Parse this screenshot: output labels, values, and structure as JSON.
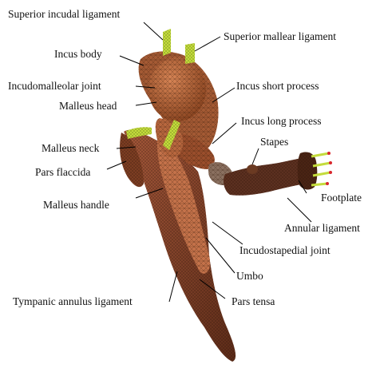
{
  "colors": {
    "tissue": "#b8693e",
    "tissue_dark": "#6e3418",
    "mesh": "#3a1c0c",
    "ligament": "#c4dc3c",
    "footplate_tip": "#d8262c",
    "leader": "#000000"
  },
  "labels": {
    "superior_incudal_ligament": "Superior incudal ligament",
    "superior_mallear_ligament": "Superior mallear ligament",
    "incus_body": "Incus body",
    "incudomalleolar_joint": "Incudomalleolar joint",
    "malleus_head": "Malleus head",
    "incus_short_process": "Incus short process",
    "incus_long_process": "Incus long process",
    "stapes": "Stapes",
    "malleus_neck": "Malleus neck",
    "pars_flaccida": "Pars flaccida",
    "footplate": "Footplate",
    "malleus_handle": "Malleus handle",
    "annular_ligament": "Annular ligament",
    "incudostapedial_joint": "Incudostapedial joint",
    "umbo": "Umbo",
    "tympanic_annulus_ligament": "Tympanic annulus ligament",
    "pars_tensa": "Pars tensa"
  }
}
